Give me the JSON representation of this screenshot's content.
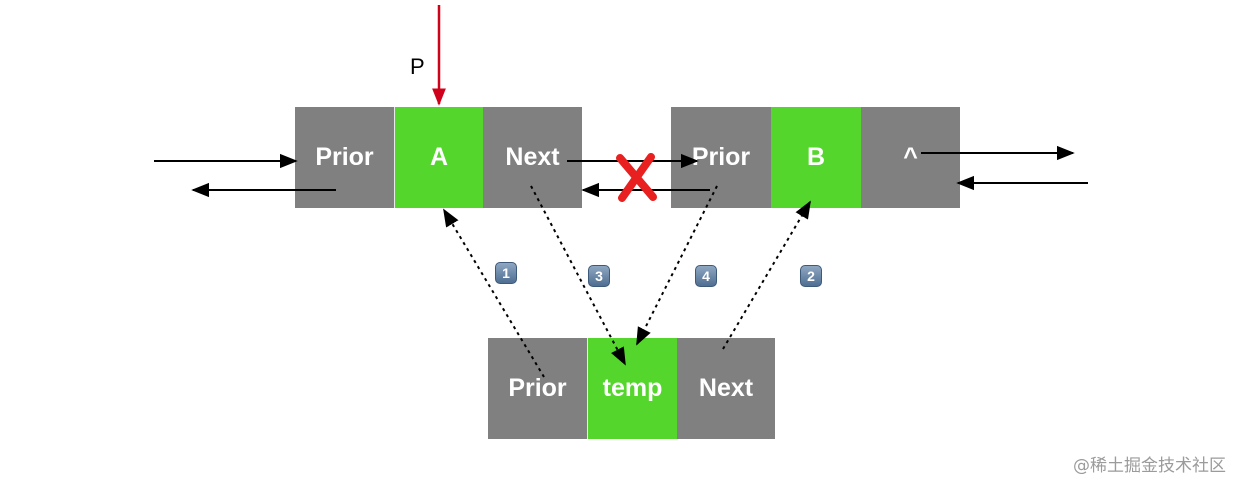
{
  "pointer": {
    "label": "P",
    "color": "#d0021b"
  },
  "node_a": {
    "prior": "Prior",
    "value": "A",
    "next": "Next"
  },
  "node_b": {
    "prior": "Prior",
    "value": "B",
    "next": "^"
  },
  "node_temp": {
    "prior": "Prior",
    "value": "temp",
    "next": "Next"
  },
  "steps": [
    "1",
    "3",
    "4",
    "2"
  ],
  "colors": {
    "field": "#808080",
    "data": "#54d62c",
    "cross": "#e8201f",
    "badge": "#5b7ea3"
  },
  "watermark": "@稀土掘金技术社区"
}
